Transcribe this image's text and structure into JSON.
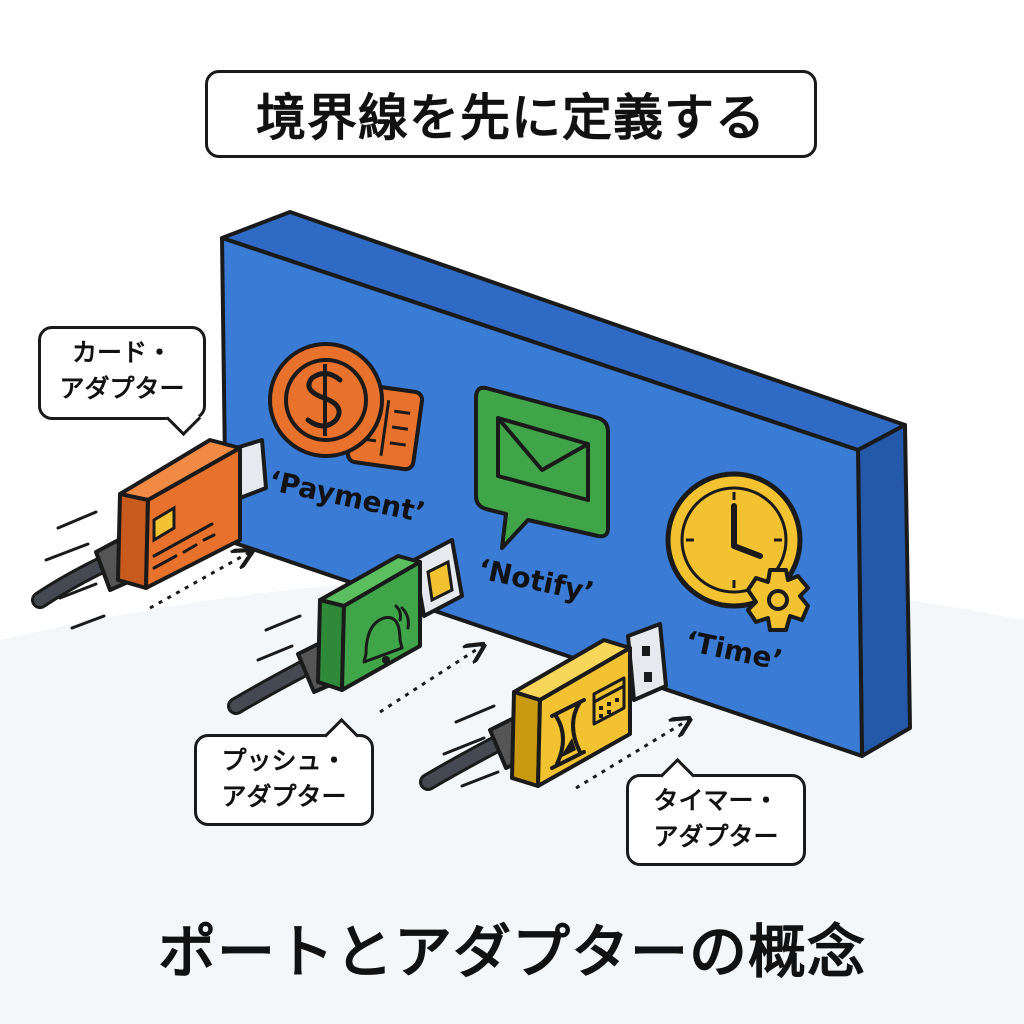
{
  "title": "境界線を先に定義する",
  "footer": "ポートとアダプターの概念",
  "ports": [
    {
      "label": "‘Payment’",
      "icon": "dollar-coin-card-icon",
      "color": "#E8712C"
    },
    {
      "label": "‘Notify’",
      "icon": "envelope-chat-icon",
      "color": "#3FA548"
    },
    {
      "label": "‘Time’",
      "icon": "clock-gear-icon",
      "color": "#F2C230"
    }
  ],
  "adapters": [
    {
      "line1": "カード・",
      "line2": "アダプター",
      "color": "#E8712C",
      "icon": "credit-card-icon"
    },
    {
      "line1": "プッシュ・",
      "line2": "アダプター",
      "color": "#3FA548",
      "icon": "bell-icon"
    },
    {
      "line1": "タイマー・",
      "line2": "アダプター",
      "color": "#F2C230",
      "icon": "hourglass-calendar-icon"
    }
  ],
  "colors": {
    "panel": "#3A7BD5",
    "panel_dark": "#2458A8",
    "outline": "#1a1a1a"
  }
}
